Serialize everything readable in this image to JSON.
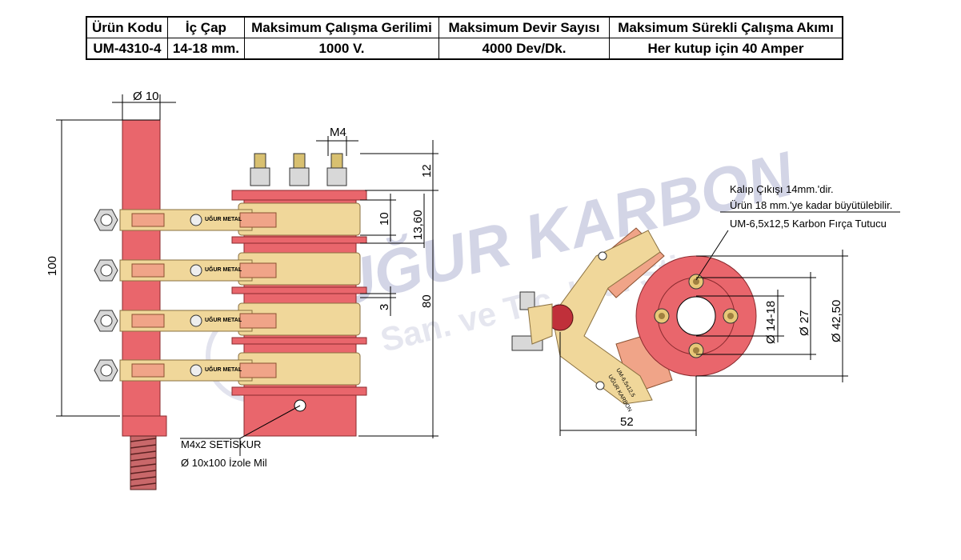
{
  "spec_table": {
    "headers": [
      "Ürün Kodu",
      "İç Çap",
      "Maksimum Çalışma Gerilimi",
      "Maksimum Devir Sayısı",
      "Maksimum Sürekli Çalışma Akımı"
    ],
    "row": [
      "UM-4310-4",
      "14-18 mm.",
      "1000 V.",
      "4000 Dev/Dk.",
      "Her kutup için 40 Amper"
    ]
  },
  "watermark": {
    "line1": "UĞUR KARBON",
    "line2": "San. ve Tic. Ltd. Şti."
  },
  "front_view": {
    "dims": {
      "rod_diameter": "Ø 10",
      "thread": "M4",
      "top": "12",
      "ring_width": "10",
      "ring_pitch": "13,60",
      "gap": "3",
      "body_height": "80",
      "rod_length": "100"
    },
    "brush_label": "UĞUR METAL",
    "notes": [
      "M4x2 SETİSKUR",
      "Ø 10x100 İzole Mil"
    ]
  },
  "side_view": {
    "notes": [
      "Kalıp Çıkışı 14mm.'dir.",
      "Ürün 18 mm.'ye kadar büyütülebilir.",
      "UM-6,5x12,5 Karbon Fırça Tutucu"
    ],
    "dims": {
      "bore": "Ø 14-18",
      "pcd": "Ø 27",
      "outer": "Ø 42,50",
      "width": "52"
    },
    "holder_label1": "UM-6,5x12,5",
    "holder_label2": "UĞUR KARBON"
  }
}
